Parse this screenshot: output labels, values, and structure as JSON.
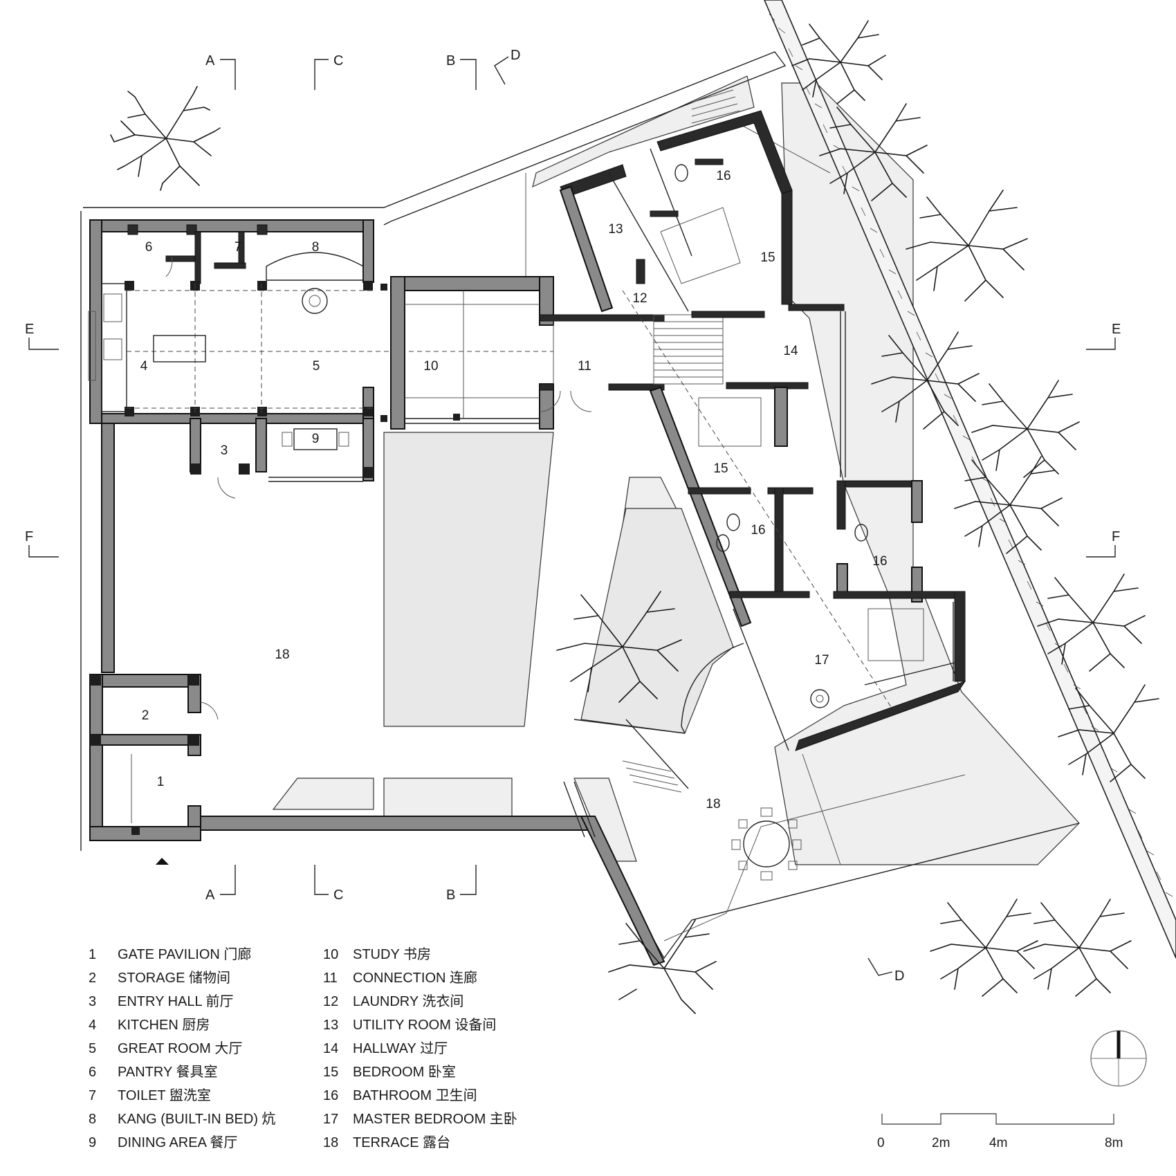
{
  "rooms": [
    {
      "id": "r1",
      "label": "1"
    },
    {
      "id": "r2",
      "label": "2"
    },
    {
      "id": "r3",
      "label": "3"
    },
    {
      "id": "r4",
      "label": "4"
    },
    {
      "id": "r5",
      "label": "5"
    },
    {
      "id": "r6",
      "label": "6"
    },
    {
      "id": "r7",
      "label": "7"
    },
    {
      "id": "r8",
      "label": "8"
    },
    {
      "id": "r9",
      "label": "9"
    },
    {
      "id": "r10",
      "label": "10"
    },
    {
      "id": "r11",
      "label": "11"
    },
    {
      "id": "r12",
      "label": "12"
    },
    {
      "id": "r13",
      "label": "13"
    },
    {
      "id": "r14",
      "label": "14"
    },
    {
      "id": "r15a",
      "label": "15"
    },
    {
      "id": "r15b",
      "label": "15"
    },
    {
      "id": "r16a",
      "label": "16"
    },
    {
      "id": "r16b",
      "label": "16"
    },
    {
      "id": "r16c",
      "label": "16"
    },
    {
      "id": "r17",
      "label": "17"
    },
    {
      "id": "r18a",
      "label": "18"
    },
    {
      "id": "r18b",
      "label": "18"
    }
  ],
  "section_marks": {
    "a": "A",
    "b": "B",
    "c": "C",
    "d": "D",
    "e": "E",
    "f": "F"
  },
  "legend": [
    {
      "num": "1",
      "text": "GATE PAVILION  门廊"
    },
    {
      "num": "2",
      "text": "STORAGE  储物间"
    },
    {
      "num": "3",
      "text": "ENTRY HALL  前厅"
    },
    {
      "num": "4",
      "text": "KITCHEN  厨房"
    },
    {
      "num": "5",
      "text": "GREAT ROOM  大厅"
    },
    {
      "num": "6",
      "text": "PANTRY  餐具室"
    },
    {
      "num": "7",
      "text": "TOILET  盥洗室"
    },
    {
      "num": "8",
      "text": "KANG (BUILT-IN BED)  炕"
    },
    {
      "num": "9",
      "text": "DINING AREA  餐厅"
    },
    {
      "num": "10",
      "text": "STUDY  书房"
    },
    {
      "num": "11",
      "text": "CONNECTION  连廊"
    },
    {
      "num": "12",
      "text": "LAUNDRY  洗衣间"
    },
    {
      "num": "13",
      "text": "UTILITY ROOM  设备间"
    },
    {
      "num": "14",
      "text": "HALLWAY  过厅"
    },
    {
      "num": "15",
      "text": "BEDROOM  卧室"
    },
    {
      "num": "16",
      "text": "BATHROOM  卫生间"
    },
    {
      "num": "17",
      "text": "MASTER BEDROOM  主卧"
    },
    {
      "num": "18",
      "text": "TERRACE  露台"
    }
  ],
  "scale": {
    "s0": "0",
    "s2": "2m",
    "s4": "4m",
    "s8": "8m"
  }
}
